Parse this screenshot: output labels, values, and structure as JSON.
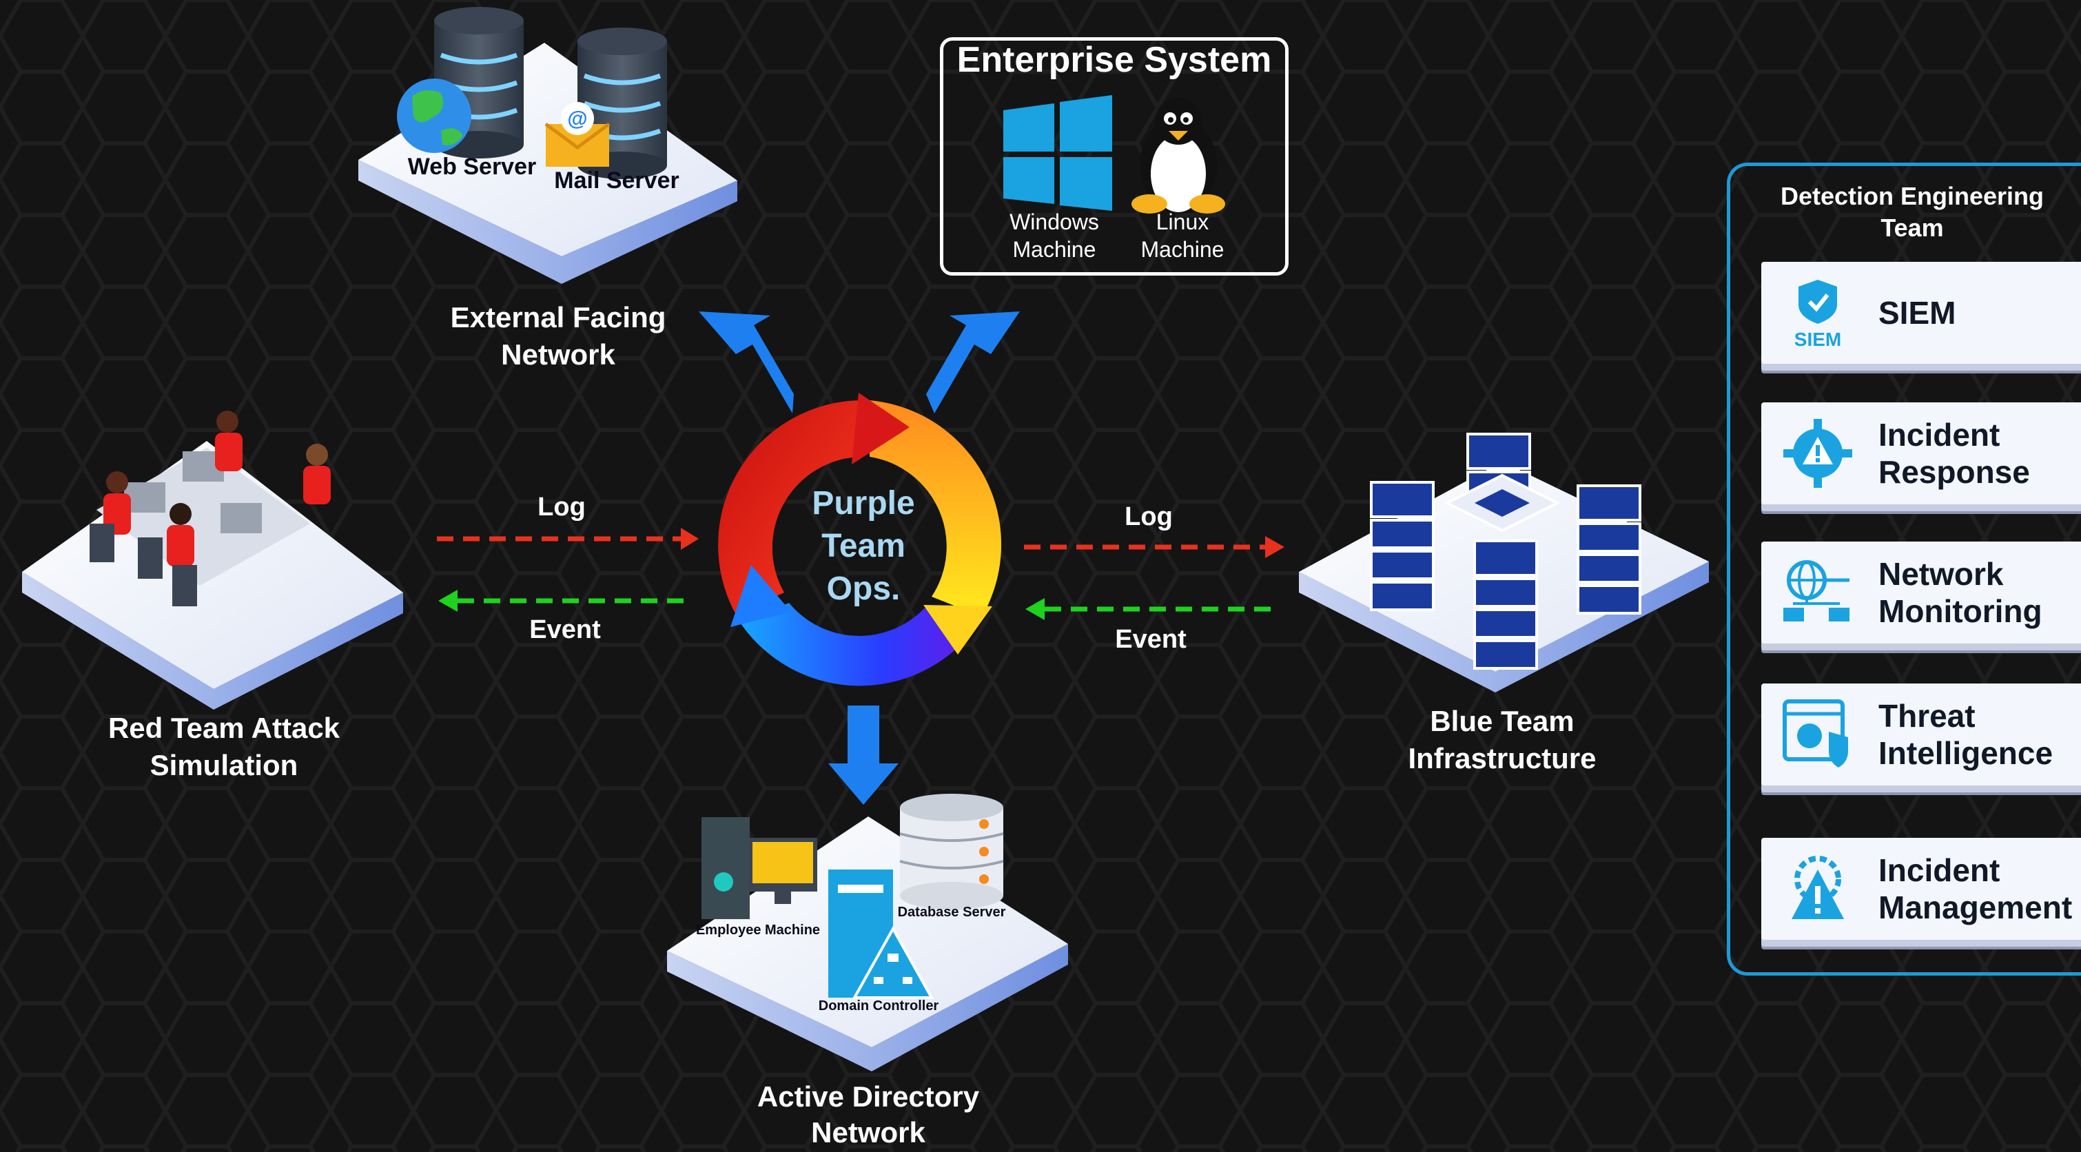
{
  "center": {
    "title": "Purple\nTeam\nOps."
  },
  "external_network": {
    "label": "External Facing\nNetwork",
    "web_server": "Web Server",
    "mail_server": "Mail Server"
  },
  "enterprise_system": {
    "title": "Enterprise System",
    "windows": "Windows\nMachine",
    "linux": "Linux\nMachine"
  },
  "red_team": {
    "label": "Red Team Attack\nSimulation",
    "log_label": "Log",
    "event_label": "Event"
  },
  "blue_team": {
    "label": "Blue Team\nInfrastructure",
    "log_label": "Log",
    "event_label": "Event"
  },
  "active_directory": {
    "label": "Active Directory\nNetwork",
    "employee_machine": "Employee Machine",
    "database_server": "Database Server",
    "domain_controller": "Domain Controller"
  },
  "detection_team": {
    "title": "Detection Engineering\nTeam",
    "items": [
      {
        "label": "SIEM",
        "icon": "siem-shield-icon",
        "icon_text": "SIEM"
      },
      {
        "label": "Incident\nResponse",
        "icon": "gear-warning-icon"
      },
      {
        "label": "Network\nMonitoring",
        "icon": "globe-network-icon"
      },
      {
        "label": "Threat\nIntelligence",
        "icon": "bug-shield-icon"
      },
      {
        "label": "Incident\nManagement",
        "icon": "warning-gear-icon"
      }
    ]
  },
  "colors": {
    "background": "#141414",
    "accent_blue": "#1e80f0",
    "icon_blue": "#1aa3e0",
    "log_red": "#e8321e",
    "event_green": "#1ed21e",
    "panel_border": "#1e9ad6"
  }
}
